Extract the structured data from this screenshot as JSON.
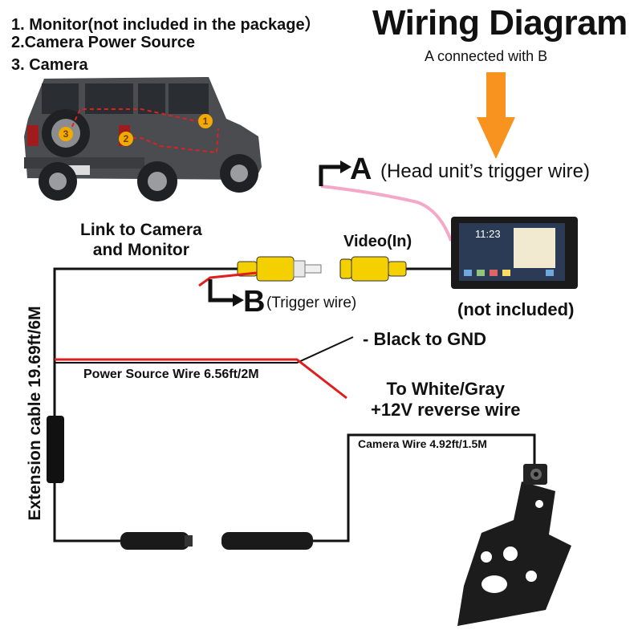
{
  "legend": {
    "item1": "1. Monitor(not included in the package）",
    "item2": "2.Camera Power Source",
    "item3": "3. Camera"
  },
  "title": "Wiring Diagram",
  "subtitle": "A connected with B",
  "label_a": {
    "letter": "A",
    "desc": "(Head unit’s trigger wire)"
  },
  "label_b": {
    "letter": "B",
    "desc": "(Trigger wire)"
  },
  "link_label": {
    "line1": "Link to Camera",
    "line2": "and Monitor"
  },
  "video_label": "Video(In)",
  "monitor_note": "(not included)",
  "black_gnd": "- Black to GND",
  "power_wire": "Power Source Wire 6.56ft/2M",
  "white_gray": {
    "line1": "To White/Gray",
    "line2": "+12V reverse wire"
  },
  "camera_wire": "Camera Wire 4.92ft/1.5M",
  "extension_cable": "Extension cable 19.69ft/6M",
  "jeep_markers": [
    "1",
    "2",
    "3"
  ],
  "monitor_screen_time": "11:23",
  "colors": {
    "trigger_wire": "#f4a8c8",
    "power_red": "#e11d1d",
    "arrow_orange": "#f7931e",
    "rca_yellow": "#f5d000",
    "marker_gold": "#f2a900"
  }
}
